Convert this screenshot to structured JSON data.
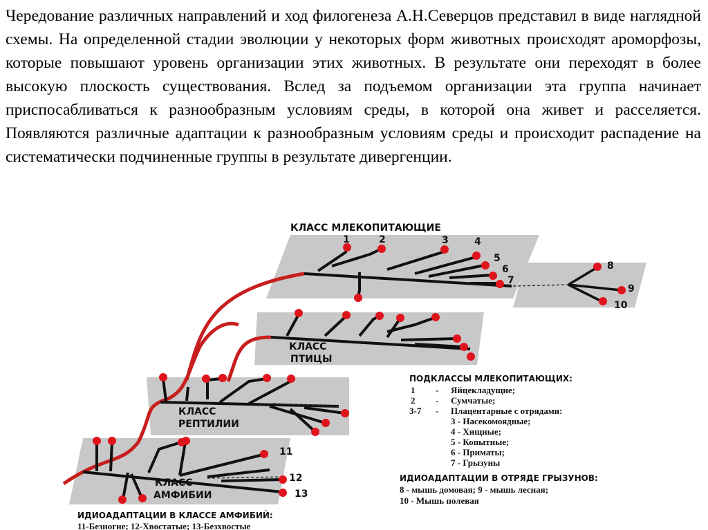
{
  "paragraph": "Чередование различных направлений и ход филогенеза А.Н.Северцов представил в виде наглядной схемы. На определенной стадии эволюции у некоторых форм животных происходят ароморфозы, которые повышают уровень организации этих животных. В результате они переходят в более высокую плоскость существования. Вслед за подъемом организации эта группа начинает приспосабливаться к разнообразным условиям среды, в которой она живет и расселяется. Появляются различные адаптации к разнообразным условиям среды и происходит распадение на систематически подчиненные группы в результате дивергенции.",
  "planes": {
    "mammals_title": "КЛАСС МЛЕКОПИТАЮЩИЕ",
    "birds_line1": "КЛАСС",
    "birds_line2": "ПТИЦЫ",
    "reptiles_line1": "КЛАСС",
    "reptiles_line2": "РЕПТИЛИИ",
    "amphibians_line1": "КЛАСС",
    "amphibians_line2": "АМФИБИИ"
  },
  "numbers": {
    "n1": "1",
    "n2": "2",
    "n3": "3",
    "n4": "4",
    "n5": "5",
    "n6": "6",
    "n7": "7",
    "n8": "8",
    "n9": "9",
    "n10": "10",
    "n11": "11",
    "n12": "12",
    "n13": "13"
  },
  "legend_mammals": {
    "title": "ПОДКЛАССЫ МЛЕКОПИТАЮЩИХ:",
    "items": [
      {
        "num": "1",
        "dash": "-",
        "text": "Яйцекладущие;"
      },
      {
        "num": "2",
        "dash": "-",
        "text": "Сумчатые;"
      },
      {
        "num": "3-7",
        "dash": "-",
        "text": "Плацентарные с отрядами:"
      },
      {
        "num": "",
        "dash": "",
        "text": "3 - Насекомоядные;"
      },
      {
        "num": "",
        "dash": "",
        "text": "4 - Хищные;"
      },
      {
        "num": "",
        "dash": "",
        "text": "5 - Копытные;"
      },
      {
        "num": "",
        "dash": "",
        "text": "6 - Приматы;"
      },
      {
        "num": "",
        "dash": "",
        "text": "7 - Грызуны"
      }
    ]
  },
  "legend_rodents": {
    "title": "ИДИОАДАПТАЦИИ В ОТРЯДЕ ГРЫЗУНОВ:",
    "line1": "8 - мышь домовая; 9 - мышь лесная;",
    "line2": "10 - Мышь полевая"
  },
  "legend_amphibians": {
    "title": "ИДИОАДАПТАЦИИ В КЛАССЕ АМФИБИЙ:",
    "line1": "11-Безногие; 12-Хвостатые; 13-Безхвостые"
  },
  "colors": {
    "plane": "#c8c8c8",
    "plane_edge": "#ffffff",
    "branch": "#111111",
    "trunk": "#c81e1e",
    "node": "#e0141c"
  }
}
